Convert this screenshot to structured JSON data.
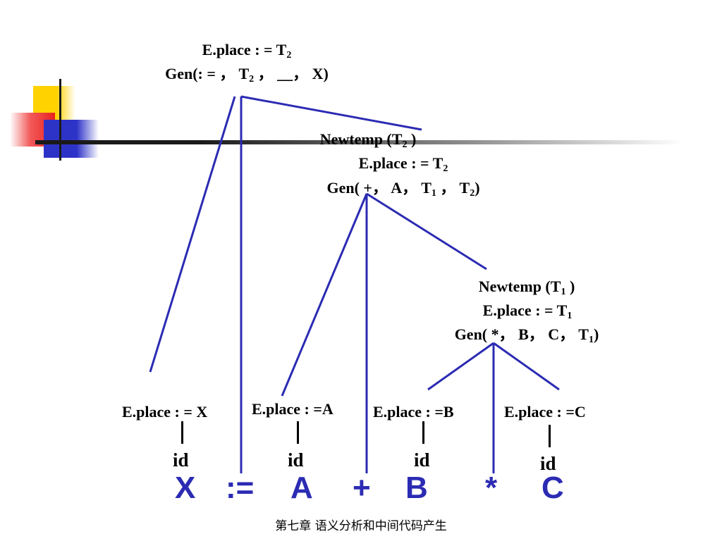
{
  "root": {
    "line1": "E.place : = T",
    "line1_sub": "2",
    "line2_pre": "Gen(: = ， T",
    "line2_sub": "2",
    "line2_post": " ，  __，  X)"
  },
  "plus_node": {
    "line1_pre": "Newtemp (T",
    "line1_sub": "2",
    "line1_post": " )",
    "line2": "E.place : = T",
    "line2_sub": "2",
    "line3_pre": "Gen( +， A， T",
    "line3_sub_a": "1",
    "line3_mid": " ，  T",
    "line3_sub_b": "2",
    "line3_post": ")"
  },
  "times_node": {
    "line1_pre": "Newtemp (T",
    "line1_sub": "1",
    "line1_post": " )",
    "line2": "E.place : = T",
    "line2_sub": "1",
    "line3_pre": "Gen( *， B， C， T",
    "line3_sub": "1",
    "line3_post": ")"
  },
  "leaves": {
    "x": "E.place : = X",
    "a": "E.place : =A",
    "b": "E.place : =B",
    "c": "E.place : =C"
  },
  "id_label": "id",
  "tokens": {
    "x": "X",
    "assign": ":=",
    "a": "A",
    "plus": "+",
    "b": "B",
    "times": "*",
    "c": "C"
  },
  "footer": "第七章 语义分析和中间代码产生",
  "colors": {
    "tree_line": "#2b2bb3",
    "token": "#2b2bb3",
    "deco_yellow": "#ffd200",
    "deco_red": "#e8221f",
    "deco_blue": "#2e33c8"
  }
}
